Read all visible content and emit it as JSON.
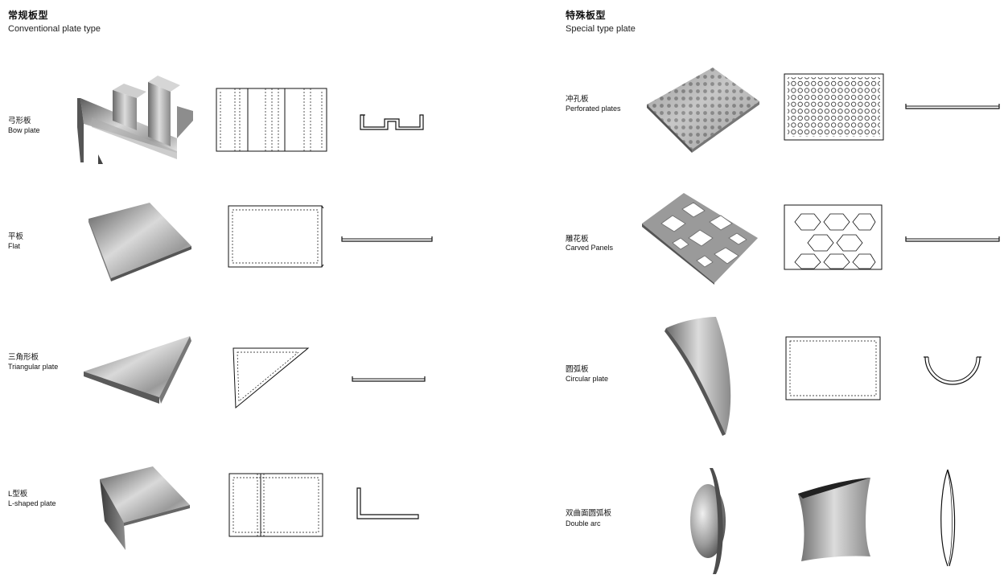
{
  "conventional": {
    "title_zh": "常规板型",
    "title_en": "Conventional plate type",
    "items": [
      {
        "zh": "弓形板",
        "en": "Bow plate"
      },
      {
        "zh": "平板",
        "en": "Flat"
      },
      {
        "zh": "三角形板",
        "en": "Triangular plate"
      },
      {
        "zh": "L型板",
        "en": "L-shaped plate"
      }
    ]
  },
  "special": {
    "title_zh": "特殊板型",
    "title_en": "Special type plate",
    "items": [
      {
        "zh": "冲孔板",
        "en": "Perforated plates"
      },
      {
        "zh": "雕花板",
        "en": "Carved Panels"
      },
      {
        "zh": "圆弧板",
        "en": "Circular plate"
      },
      {
        "zh": "双曲面圆弧板",
        "en": "Double arc"
      }
    ]
  }
}
